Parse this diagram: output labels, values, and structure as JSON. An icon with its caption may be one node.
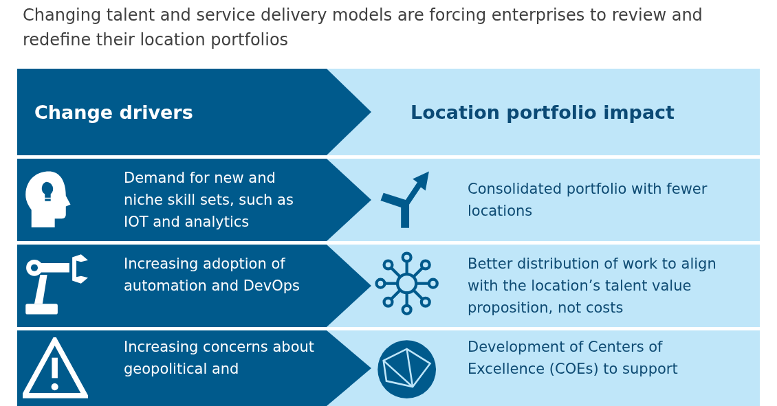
{
  "diagram": {
    "title": "Changing talent and service delivery models are forcing enterprises to review and redefine their location portfolios",
    "nodes": [
      {
        "text": [
          "Change drivers"
        ]
      },
      {
        "text": [
          "Location portfolio impact"
        ]
      },
      {
        "text": [
          "Demand for new and niche skill sets, such as IOT and analytics"
        ]
      },
      {
        "text": [
          "Consolidated portfolio with fewer locations"
        ]
      },
      {
        "text": [
          "Increasing adoption of automation and DevOps"
        ]
      },
      {
        "text": [
          "Better distribution of work to align with the location’s talent value proposition, not costs"
        ]
      },
      {
        "text": [
          "Increasing concerns about geopolitical and"
        ]
      },
      {
        "text": [
          "Development of Centers of Excellence (COEs) to support"
        ]
      }
    ],
    "edges": []
  }
}
